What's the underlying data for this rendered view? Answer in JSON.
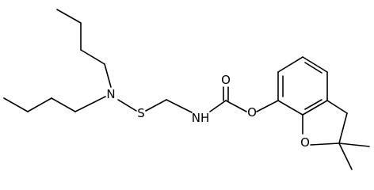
{
  "molecule": {
    "atoms": {
      "N_amine": "N",
      "S": "S",
      "NH": "NH",
      "O_carbonyl": "O",
      "O_ester": "O",
      "O_ring": "O"
    }
  }
}
